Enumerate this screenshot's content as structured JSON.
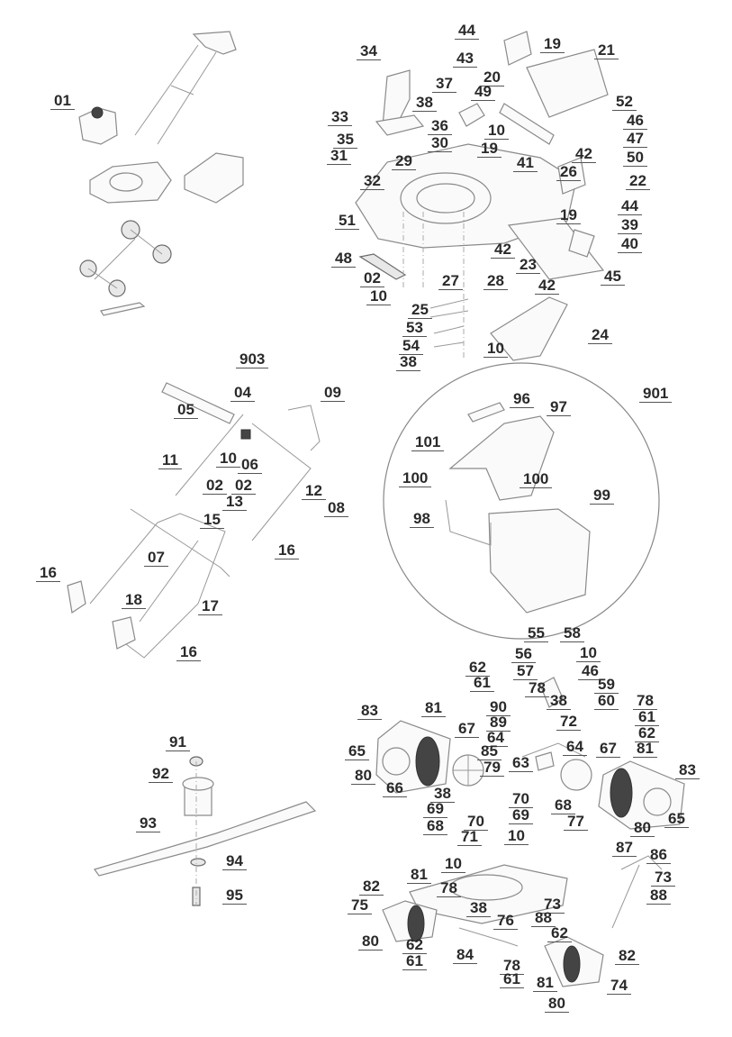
{
  "diagram": {
    "title": "Lawn mower exploded parts diagram",
    "sections": [
      {
        "name": "overview",
        "labels": [
          "01"
        ]
      },
      {
        "name": "deck-assembly",
        "labels": [
          "44",
          "43",
          "19",
          "21",
          "34",
          "37",
          "20",
          "49",
          "38",
          "52",
          "46",
          "33",
          "36",
          "10",
          "47",
          "35",
          "30",
          "42",
          "50",
          "31",
          "29",
          "19",
          "41",
          "26",
          "22",
          "32",
          "44",
          "19",
          "39",
          "51",
          "40",
          "42",
          "48",
          "23",
          "02",
          "27",
          "28",
          "42",
          "45",
          "10",
          "25",
          "24",
          "53",
          "54",
          "10",
          "38"
        ]
      },
      {
        "name": "handle-assembly",
        "labels": [
          "903",
          "04",
          "09",
          "05",
          "11",
          "10",
          "06",
          "02",
          "02",
          "13",
          "12",
          "08",
          "15",
          "16",
          "07",
          "16",
          "17",
          "18",
          "16"
        ]
      },
      {
        "name": "grass-catcher",
        "labels": [
          "901",
          "96",
          "97",
          "101",
          "100",
          "100",
          "99",
          "98"
        ]
      },
      {
        "name": "blade-assembly",
        "labels": [
          "91",
          "92",
          "93",
          "94",
          "95"
        ]
      },
      {
        "name": "drive-wheel-assembly",
        "labels": [
          "55",
          "58",
          "56",
          "10",
          "57",
          "46",
          "62",
          "59",
          "61",
          "78",
          "38",
          "60",
          "78",
          "90",
          "72",
          "61",
          "89",
          "62",
          "83",
          "81",
          "67",
          "64",
          "64",
          "67",
          "81",
          "65",
          "85",
          "83",
          "79",
          "63",
          "80",
          "66",
          "38",
          "69",
          "70",
          "68",
          "69",
          "70",
          "68",
          "77",
          "65",
          "71",
          "80",
          "10",
          "87",
          "86",
          "10",
          "73",
          "88",
          "82",
          "81",
          "78",
          "75",
          "38",
          "73",
          "76",
          "88",
          "62",
          "80",
          "62",
          "84",
          "82",
          "61",
          "78",
          "61",
          "81",
          "74",
          "80"
        ]
      }
    ],
    "callouts": [
      {
        "id": "c01",
        "text": "01"
      },
      {
        "id": "c44a",
        "text": "44"
      },
      {
        "id": "c43",
        "text": "43"
      },
      {
        "id": "c19a",
        "text": "19"
      },
      {
        "id": "c21",
        "text": "21"
      },
      {
        "id": "c34",
        "text": "34"
      },
      {
        "id": "c37",
        "text": "37"
      },
      {
        "id": "c20",
        "text": "20"
      },
      {
        "id": "c49",
        "text": "49"
      },
      {
        "id": "c38a",
        "text": "38"
      },
      {
        "id": "c52",
        "text": "52"
      },
      {
        "id": "c46a",
        "text": "46"
      },
      {
        "id": "c33",
        "text": "33"
      },
      {
        "id": "c36",
        "text": "36"
      },
      {
        "id": "c10a",
        "text": "10"
      },
      {
        "id": "c47",
        "text": "47"
      },
      {
        "id": "c35",
        "text": "35"
      },
      {
        "id": "c30",
        "text": "30"
      },
      {
        "id": "c42a",
        "text": "42"
      },
      {
        "id": "c50",
        "text": "50"
      },
      {
        "id": "c31",
        "text": "31"
      },
      {
        "id": "c29",
        "text": "29"
      },
      {
        "id": "c19b",
        "text": "19"
      },
      {
        "id": "c41",
        "text": "41"
      },
      {
        "id": "c26",
        "text": "26"
      },
      {
        "id": "c22",
        "text": "22"
      },
      {
        "id": "c32",
        "text": "32"
      },
      {
        "id": "c44b",
        "text": "44"
      },
      {
        "id": "c19c",
        "text": "19"
      },
      {
        "id": "c39",
        "text": "39"
      },
      {
        "id": "c51",
        "text": "51"
      },
      {
        "id": "c40",
        "text": "40"
      },
      {
        "id": "c42b",
        "text": "42"
      },
      {
        "id": "c48",
        "text": "48"
      },
      {
        "id": "c23",
        "text": "23"
      },
      {
        "id": "c02a",
        "text": "02"
      },
      {
        "id": "c27",
        "text": "27"
      },
      {
        "id": "c28",
        "text": "28"
      },
      {
        "id": "c42c",
        "text": "42"
      },
      {
        "id": "c45",
        "text": "45"
      },
      {
        "id": "c10b",
        "text": "10"
      },
      {
        "id": "c25",
        "text": "25"
      },
      {
        "id": "c24",
        "text": "24"
      },
      {
        "id": "c53",
        "text": "53"
      },
      {
        "id": "c54",
        "text": "54"
      },
      {
        "id": "c10c",
        "text": "10"
      },
      {
        "id": "c38b",
        "text": "38"
      },
      {
        "id": "c903",
        "text": "903"
      },
      {
        "id": "c04",
        "text": "04"
      },
      {
        "id": "c09",
        "text": "09"
      },
      {
        "id": "c05",
        "text": "05"
      },
      {
        "id": "c11",
        "text": "11"
      },
      {
        "id": "c10d",
        "text": "10"
      },
      {
        "id": "c06",
        "text": "06"
      },
      {
        "id": "c02b",
        "text": "02"
      },
      {
        "id": "c02c",
        "text": "02"
      },
      {
        "id": "c13",
        "text": "13"
      },
      {
        "id": "c12",
        "text": "12"
      },
      {
        "id": "c08",
        "text": "08"
      },
      {
        "id": "c15",
        "text": "15"
      },
      {
        "id": "c16a",
        "text": "16"
      },
      {
        "id": "c07",
        "text": "07"
      },
      {
        "id": "c16b",
        "text": "16"
      },
      {
        "id": "c17",
        "text": "17"
      },
      {
        "id": "c18",
        "text": "18"
      },
      {
        "id": "c16c",
        "text": "16"
      },
      {
        "id": "c901",
        "text": "901"
      },
      {
        "id": "c96",
        "text": "96"
      },
      {
        "id": "c97",
        "text": "97"
      },
      {
        "id": "c101",
        "text": "101"
      },
      {
        "id": "c100a",
        "text": "100"
      },
      {
        "id": "c100b",
        "text": "100"
      },
      {
        "id": "c99",
        "text": "99"
      },
      {
        "id": "c98",
        "text": "98"
      },
      {
        "id": "c91",
        "text": "91"
      },
      {
        "id": "c92",
        "text": "92"
      },
      {
        "id": "c93",
        "text": "93"
      },
      {
        "id": "c94",
        "text": "94"
      },
      {
        "id": "c95",
        "text": "95"
      },
      {
        "id": "c55",
        "text": "55"
      },
      {
        "id": "c58",
        "text": "58"
      },
      {
        "id": "c56",
        "text": "56"
      },
      {
        "id": "c10e",
        "text": "10"
      },
      {
        "id": "c57",
        "text": "57"
      },
      {
        "id": "c46b",
        "text": "46"
      },
      {
        "id": "c62a",
        "text": "62"
      },
      {
        "id": "c59",
        "text": "59"
      },
      {
        "id": "c61a",
        "text": "61"
      },
      {
        "id": "c78a",
        "text": "78"
      },
      {
        "id": "c38c",
        "text": "38"
      },
      {
        "id": "c60",
        "text": "60"
      },
      {
        "id": "c78b",
        "text": "78"
      },
      {
        "id": "c90",
        "text": "90"
      },
      {
        "id": "c72",
        "text": "72"
      },
      {
        "id": "c61b",
        "text": "61"
      },
      {
        "id": "c89",
        "text": "89"
      },
      {
        "id": "c62b",
        "text": "62"
      },
      {
        "id": "c83a",
        "text": "83"
      },
      {
        "id": "c81a",
        "text": "81"
      },
      {
        "id": "c67a",
        "text": "67"
      },
      {
        "id": "c64a",
        "text": "64"
      },
      {
        "id": "c64b",
        "text": "64"
      },
      {
        "id": "c67b",
        "text": "67"
      },
      {
        "id": "c81b",
        "text": "81"
      },
      {
        "id": "c65a",
        "text": "65"
      },
      {
        "id": "c85",
        "text": "85"
      },
      {
        "id": "c83b",
        "text": "83"
      },
      {
        "id": "c79",
        "text": "79"
      },
      {
        "id": "c63",
        "text": "63"
      },
      {
        "id": "c80a",
        "text": "80"
      },
      {
        "id": "c66",
        "text": "66"
      },
      {
        "id": "c38d",
        "text": "38"
      },
      {
        "id": "c69a",
        "text": "69"
      },
      {
        "id": "c70a",
        "text": "70"
      },
      {
        "id": "c68a",
        "text": "68"
      },
      {
        "id": "c69b",
        "text": "69"
      },
      {
        "id": "c70b",
        "text": "70"
      },
      {
        "id": "c68b",
        "text": "68"
      },
      {
        "id": "c77",
        "text": "77"
      },
      {
        "id": "c65b",
        "text": "65"
      },
      {
        "id": "c71",
        "text": "71"
      },
      {
        "id": "c80b",
        "text": "80"
      },
      {
        "id": "c10f",
        "text": "10"
      },
      {
        "id": "c87",
        "text": "87"
      },
      {
        "id": "c86",
        "text": "86"
      },
      {
        "id": "c10g",
        "text": "10"
      },
      {
        "id": "c73a",
        "text": "73"
      },
      {
        "id": "c88a",
        "text": "88"
      },
      {
        "id": "c82a",
        "text": "82"
      },
      {
        "id": "c81c",
        "text": "81"
      },
      {
        "id": "c78c",
        "text": "78"
      },
      {
        "id": "c75",
        "text": "75"
      },
      {
        "id": "c38e",
        "text": "38"
      },
      {
        "id": "c73b",
        "text": "73"
      },
      {
        "id": "c76",
        "text": "76"
      },
      {
        "id": "c88b",
        "text": "88"
      },
      {
        "id": "c62c",
        "text": "62"
      },
      {
        "id": "c80c",
        "text": "80"
      },
      {
        "id": "c62d",
        "text": "62"
      },
      {
        "id": "c84",
        "text": "84"
      },
      {
        "id": "c82b",
        "text": "82"
      },
      {
        "id": "c61c",
        "text": "61"
      },
      {
        "id": "c78d",
        "text": "78"
      },
      {
        "id": "c61d",
        "text": "61"
      },
      {
        "id": "c81d",
        "text": "81"
      },
      {
        "id": "c74",
        "text": "74"
      },
      {
        "id": "c80d",
        "text": "80"
      }
    ]
  }
}
